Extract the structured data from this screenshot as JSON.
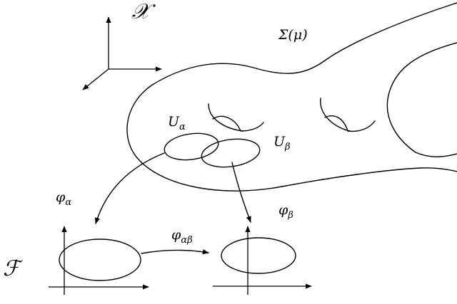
{
  "labels": {
    "x_space": "𝒳",
    "f_space": "ℱ",
    "sigma": "Σ(μ)",
    "u_alpha": "U",
    "u_alpha_sub": "α",
    "u_beta": "U",
    "u_beta_sub": "β",
    "phi_alpha": "φ",
    "phi_alpha_sub": "α",
    "phi_beta": "φ",
    "phi_beta_sub": "β",
    "phi_alpha_beta": "φ",
    "phi_alpha_beta_sub": "αβ"
  },
  "colors": {
    "stroke": "#000000",
    "background": "#ffffff"
  },
  "icons": {
    "arrow": "arrowhead"
  }
}
